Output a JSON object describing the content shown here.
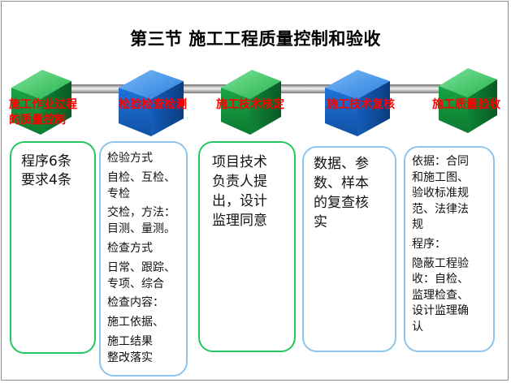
{
  "title": "第三节 施工工程质量控制和验收",
  "colors": {
    "green_cube": "#1fa84a",
    "blue_cube": "#1a6fd0",
    "label_red": "#ff0000",
    "green_border": "#22c55e",
    "blue_border": "#8ec5ee"
  },
  "steps": [
    {
      "icon": "green-cube-icon",
      "label_line1": "施工作业过程",
      "label_line2": "的质量控制"
    },
    {
      "icon": "blue-cube-icon",
      "label_line1": "检验检查检测"
    },
    {
      "icon": "green-cube-icon",
      "label_line1": "施工技术核定"
    },
    {
      "icon": "blue-cube-icon",
      "label_line1": "施工技术复核"
    },
    {
      "icon": "green-cube-icon",
      "label_line1": "施工质量验收"
    }
  ],
  "boxes": [
    {
      "lines": [
        "程序6条",
        "要求4条"
      ]
    },
    {
      "lines": [
        "检验方式",
        "自检、互检、",
        "专检",
        "交检，方法：",
        "目测、量测。",
        "检查方式",
        "日常、跟踪、",
        "专项、综合",
        "检查内容：",
        "施工依据、",
        "施工结果",
        "整改落实"
      ]
    },
    {
      "lines": [
        "项目技术",
        "负责人提",
        "出，设计",
        "监理同意"
      ]
    },
    {
      "lines": [
        "数据、参",
        "数、样本",
        "的复查核",
        "实"
      ]
    },
    {
      "lines": [
        "依据：合同",
        "和施工图、",
        "验收标准规",
        "范、法律法",
        "规",
        "程序：",
        "隐蔽工程验",
        "收：自检、",
        "监理检查、",
        "设计监理确",
        "认"
      ]
    }
  ]
}
